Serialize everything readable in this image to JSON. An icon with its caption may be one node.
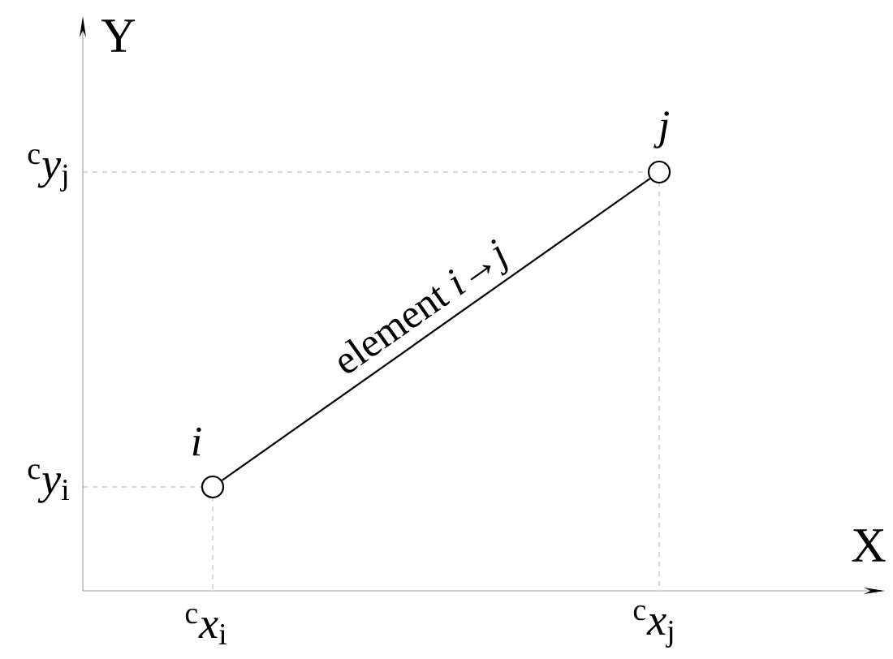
{
  "diagram": {
    "nodes": [
      {
        "text": [],
        "shape": "circle",
        "beside": [
          "*i*"
        ]
      },
      {
        "text": [],
        "shape": "circle",
        "beside": [
          "*j*"
        ]
      }
    ],
    "edges": [
      {
        "from": 0,
        "to": 1,
        "arrow": "none",
        "label": "element *i*→*j*"
      }
    ],
    "labels": [
      "Y",
      "$^{c}$*y*$_{j}$",
      "$^{c}$*y*$_{i}$",
      "X",
      "$^{c}$*x*$_{i}$",
      "$^{c}$*x*$_{j}$"
    ]
  }
}
